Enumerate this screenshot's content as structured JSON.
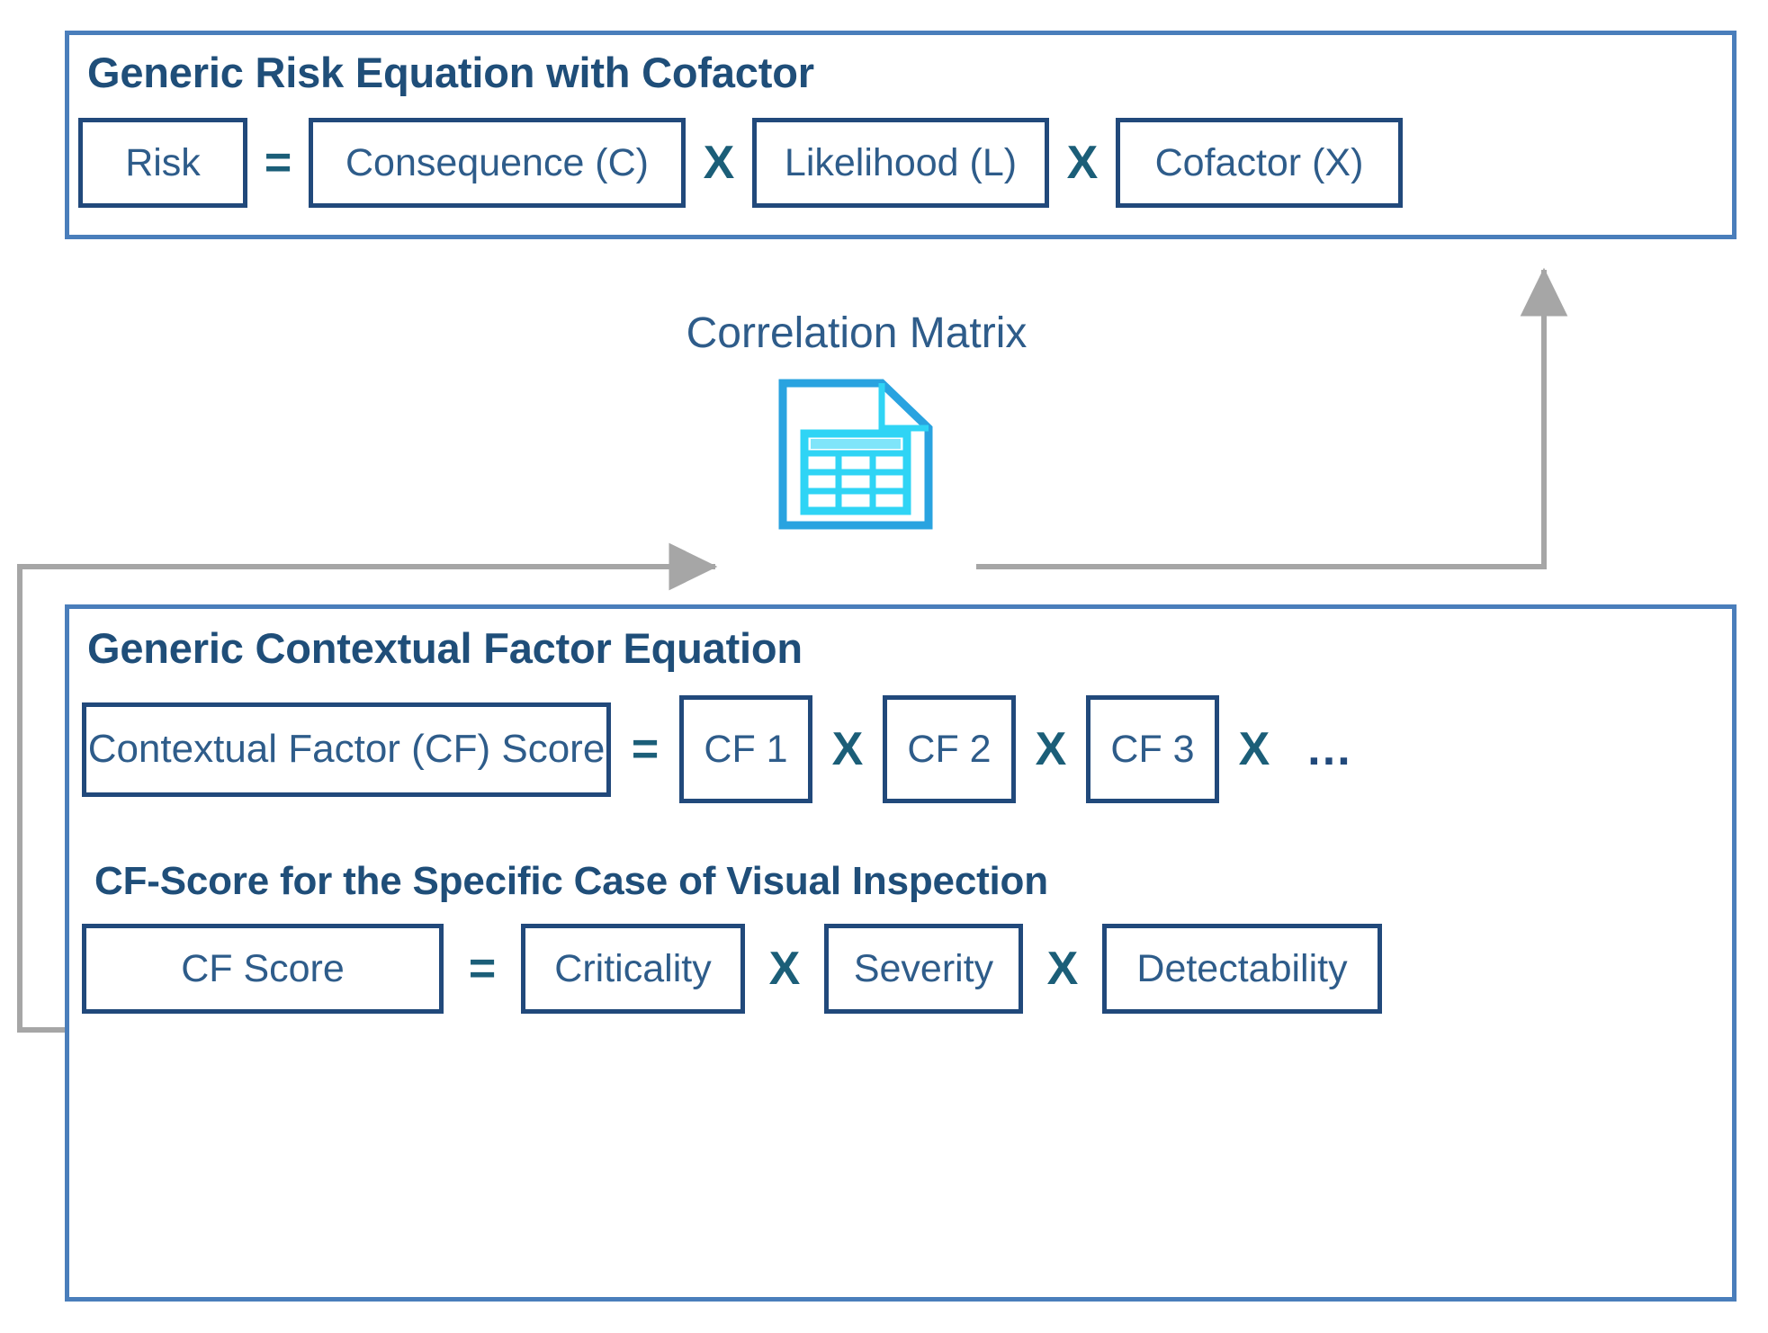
{
  "diagram": {
    "title": "Generic Risk Equation with Cofactor Diagram",
    "colors": {
      "panel_border": "#4A7EBB",
      "box_border": "#21497B",
      "text_navy": "#1F4E79",
      "text_blue": "#2E5C8A",
      "operator_teal": "#1B5E78",
      "icon_blue": "#29A3E0",
      "icon_cyan": "#2FD4F5",
      "connector_gray": "#A6A6A6",
      "background": "#FFFFFF"
    }
  },
  "risk_panel": {
    "title": "Generic Risk Equation with Cofactor",
    "equation": {
      "result": "Risk",
      "equals": "=",
      "multiply": "X",
      "terms": [
        "Consequence (C)",
        "Likelihood (L)",
        "Cofactor (X)"
      ]
    }
  },
  "correlation": {
    "label": "Correlation Matrix",
    "icon": "spreadsheet-document-icon",
    "grid_rows": 3,
    "grid_cols": 3
  },
  "cf_panel": {
    "title": "Generic Contextual Factor Equation",
    "generic_equation": {
      "result": "Contextual Factor (CF) Score",
      "equals": "=",
      "multiply": "X",
      "terms": [
        "CF 1",
        "CF 2",
        "CF 3"
      ],
      "ellipsis": "…"
    },
    "specific_heading": "CF-Score for the Specific Case of Visual Inspection",
    "specific_equation": {
      "result": "CF Score",
      "equals": "=",
      "multiply": "X",
      "terms": [
        "Criticality",
        "Severity",
        "Detectability"
      ]
    }
  },
  "connectors": [
    {
      "name": "cf-to-matrix",
      "from": "cf-panel-left",
      "to": "correlation-matrix",
      "direction": "right"
    },
    {
      "name": "matrix-to-cofactor",
      "from": "correlation-matrix",
      "to": "cofactor-term",
      "direction": "up"
    }
  ]
}
